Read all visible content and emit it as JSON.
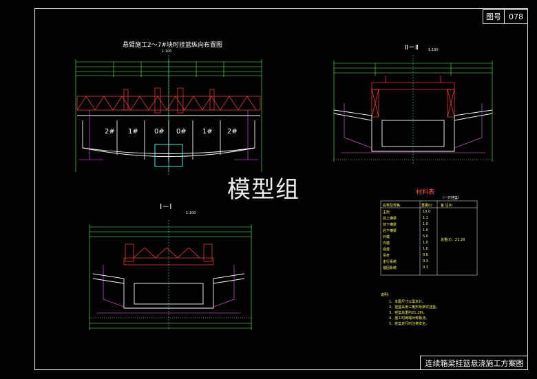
{
  "sheet": {
    "sheet_label": "图号",
    "sheet_number": "078",
    "drawing_title": "连续箱梁挂篮悬浇施工方案图",
    "watermark": "模型组"
  },
  "views": {
    "longitudinal": {
      "title": "悬臂施工2～7#块时挂篮纵向布置图",
      "scale": "1:100",
      "segments": [
        "2#",
        "1#",
        "0#",
        "0#",
        "1#",
        "2#"
      ]
    },
    "section_ii": {
      "title": "Ⅱ－Ⅱ",
      "scale": "1:100"
    },
    "section_i": {
      "title": "Ⅰ－Ⅰ",
      "scale": "1:100"
    }
  },
  "materials": {
    "title": "材料表",
    "subtitle": "（一只挂篮）",
    "headers": [
      "名称及规格",
      "重量(t)",
      "备 注(t)"
    ],
    "total_note": "总重(t)：21.28",
    "rows": [
      {
        "name": "主桁",
        "weight": "10.0"
      },
      {
        "name": "前上横梁",
        "weight": "1.1"
      },
      {
        "name": "前下横梁",
        "weight": "1.0"
      },
      {
        "name": "后下横梁",
        "weight": "1.0"
      },
      {
        "name": "外模",
        "weight": "5.0"
      },
      {
        "name": "内模",
        "weight": "1.0"
      },
      {
        "name": "底模",
        "weight": "1.0"
      },
      {
        "name": "吊杆",
        "weight": "0.6"
      },
      {
        "name": "走行系统",
        "weight": "0.3"
      },
      {
        "name": "锚固系统",
        "weight": "0.3"
      }
    ]
  },
  "notes": {
    "label": "说明：",
    "items": [
      "1、本图尺寸以毫米计。",
      "2、挂篮采用三角形桁架式挂篮。",
      "3、挂篮总重约21.28t。",
      "4、施工时两端对称悬浇。",
      "5、挂篮走行时注意安全。"
    ]
  },
  "colors": {
    "bg": "#000000",
    "frame": "#e8e8e8",
    "truss": "#ff4444",
    "girder": "#ffffff",
    "dimension": "#66ff66",
    "label": "#ffff66",
    "magenta": "#ff66ff",
    "cyan": "#66ffff"
  }
}
